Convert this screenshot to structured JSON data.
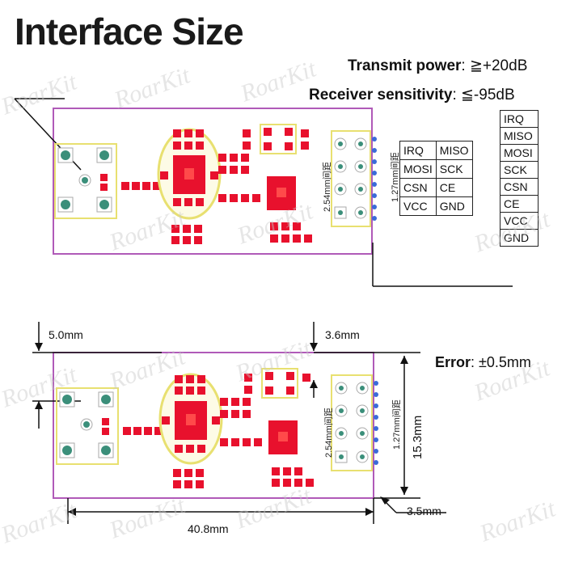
{
  "title": "Interface Size",
  "specs": {
    "transmit_label": "Transmit power",
    "transmit_value": ":  ≧+20dB",
    "receiver_label": "Receiver sensitivity",
    "receiver_value": ":  ≦-95dB"
  },
  "pin_table": [
    [
      "IRQ",
      "MISO"
    ],
    [
      "MOSI",
      "SCK"
    ],
    [
      "CSN",
      "CE"
    ],
    [
      "VCC",
      "GND"
    ]
  ],
  "pin_column": [
    "IRQ",
    "MISO",
    "MOSI",
    "SCK",
    "CSN",
    "CE",
    "VCC",
    "GND"
  ],
  "dimensions": {
    "top_pitch_254": "2.54mm间距",
    "top_pitch_127": "1.27mm间距",
    "bottom_pitch_254": "2.54mm间距",
    "bottom_pitch_127": "1.27mm间距",
    "left_margin": "5.0mm",
    "right_margin": "3.6mm",
    "error_label": "Error",
    "error_value": ": ±0.5mm",
    "height": "15.3mm",
    "width": "40.8mm",
    "edge": "3.5mm"
  },
  "watermark": "RoarKit",
  "colors": {
    "board_outline": "#b05ab8",
    "pad": "#e8112d",
    "silk": "#e8e070",
    "via": "#3b8f7a"
  }
}
